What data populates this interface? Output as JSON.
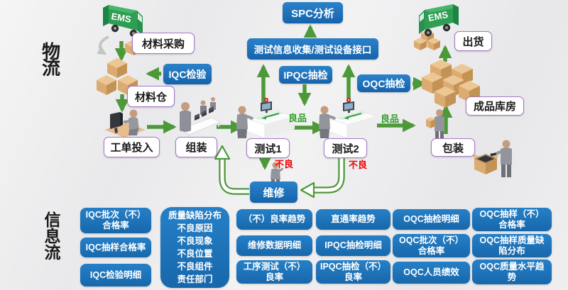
{
  "sections": {
    "material_flow": "物流",
    "info_flow": "信息流"
  },
  "trucks": {
    "label": "EMS"
  },
  "process": {
    "material_purchase": "材料采购",
    "material_warehouse": "材料仓",
    "work_order_input": "工单投入",
    "assembly": "组装",
    "test1": "测试1",
    "test2": "测试2",
    "packaging": "包装",
    "finished_goods_warehouse": "成品库房",
    "shipping": "出货"
  },
  "quality": {
    "iqc_inspection": "IQC检验",
    "spc_analysis": "SPC分析",
    "test_info_interface": "测试信息收集/测试设备接口",
    "ipqc_sampling": "IPQC抽检",
    "oqc_sampling": "OQC抽检",
    "repair": "维修"
  },
  "flow_labels": {
    "good_1": "良品",
    "good_2": "良品",
    "defect_1": "不良",
    "defect_2": "不良"
  },
  "info": {
    "col1": [
      "IQC批次（不）\n合格率",
      "IQC抽样合格率",
      "IQC检验明细"
    ],
    "col2": [
      "质量缺陷分布\n不良原因\n不良现象\n不良位置\n不良组件\n责任部门"
    ],
    "col3": [
      "（不）良率趋势",
      "维修数据明细",
      "工序测试（不）\n良率"
    ],
    "col4": [
      "直通率趋势",
      "IPQC抽检明细",
      "IPQC抽检（不）\n良率"
    ],
    "col5": [
      "OQC抽检明细",
      "OQC批次（不）\n合格率",
      "OQC人员绩效"
    ],
    "col6": [
      "OQC抽样（不）\n合格率",
      "OQC抽样质量缺\n陷分布",
      "OQC质量水平趋\n势"
    ]
  },
  "colors": {
    "accent_blue": "#1a6cb5",
    "purple_border": "#a678c8",
    "arrow_green": "#4d9939",
    "good_green": "#2f9e27",
    "defect_red": "#f20000"
  }
}
